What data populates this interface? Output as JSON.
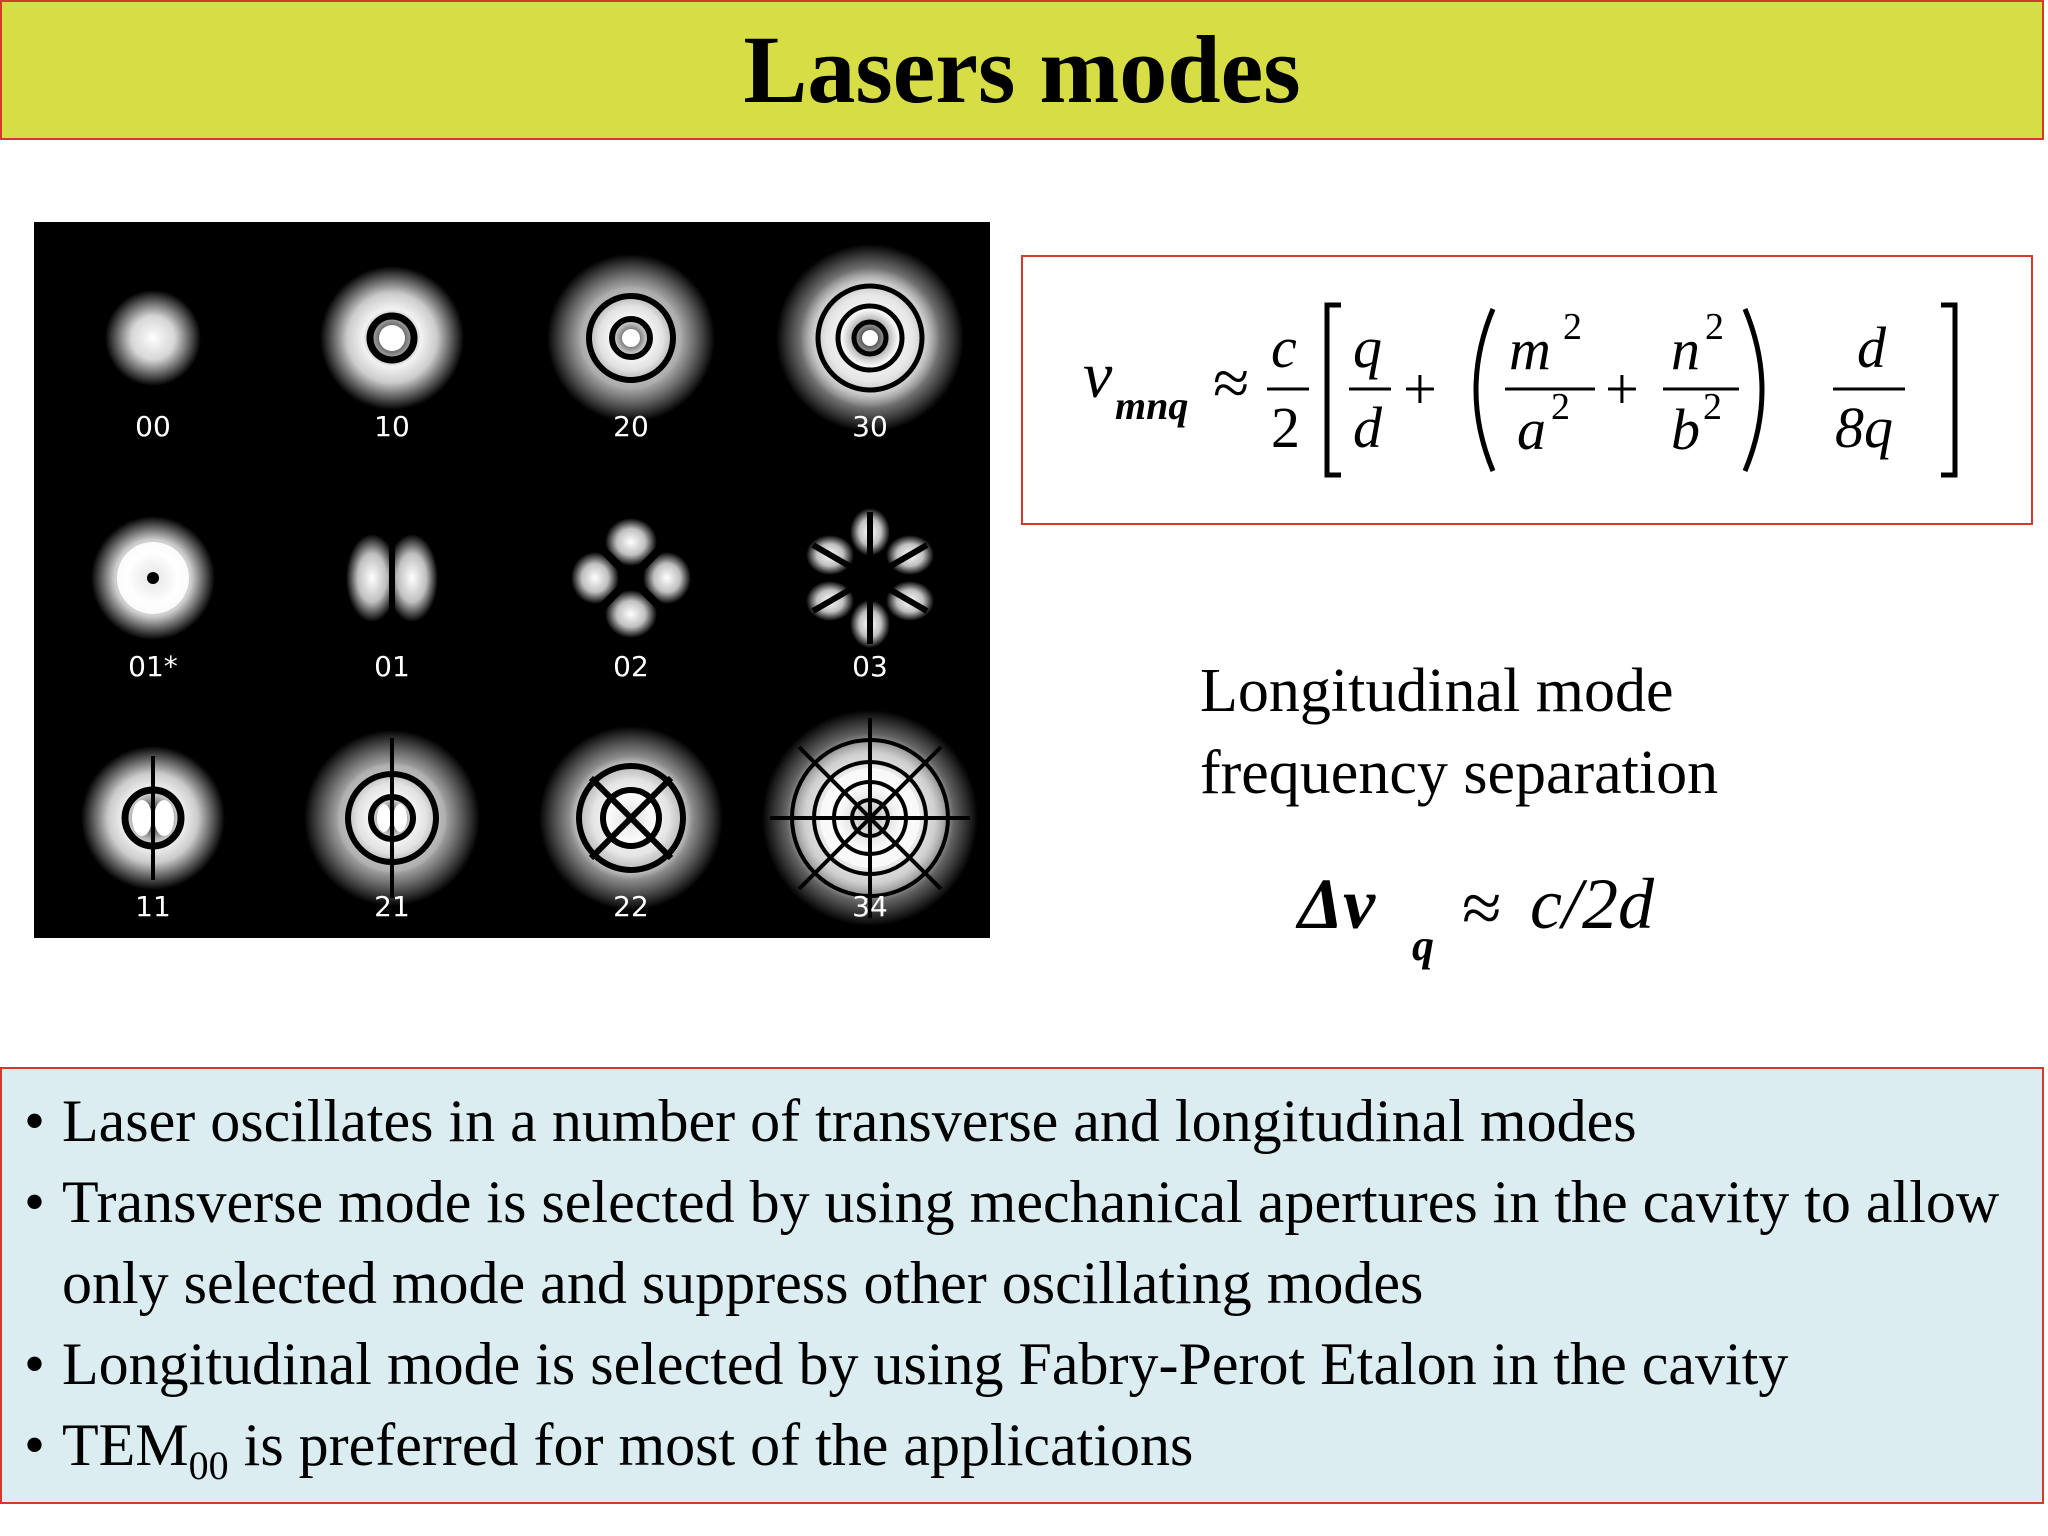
{
  "title": "Lasers modes",
  "modes": [
    {
      "label": "00"
    },
    {
      "label": "10"
    },
    {
      "label": "20"
    },
    {
      "label": "30"
    },
    {
      "label": "01*"
    },
    {
      "label": "01"
    },
    {
      "label": "02"
    },
    {
      "label": "03"
    },
    {
      "label": "11"
    },
    {
      "label": "21"
    },
    {
      "label": "22"
    },
    {
      "label": "34"
    }
  ],
  "formula": {
    "nu": "ν",
    "nu_sub": "mnq",
    "approx": "≈",
    "c": "c",
    "two": "2",
    "q": "q",
    "d": "d",
    "plus": "+",
    "m2": "m",
    "a2": "a",
    "n2": "n",
    "b2": "b",
    "sup2": "2",
    "d2": "d",
    "eightq": "8q"
  },
  "longitudinal": {
    "caption_line1": "Longitudinal mode",
    "caption_line2": "frequency separation",
    "delta": "Δν",
    "delta_sub": "q",
    "approx": "≈",
    "rhs": "c/2d"
  },
  "bullets": [
    {
      "dot": "•",
      "text": "Laser oscillates in a number of transverse and longitudinal modes"
    },
    {
      "dot": "•",
      "text": "Transverse mode is selected by using mechanical apertures in the cavity to allow only selected mode and suppress other oscillating modes"
    },
    {
      "dot": "•",
      "text": "Longitudinal mode is selected by using Fabry-Perot Etalon in the cavity"
    },
    {
      "dot": "•",
      "text_main": "TEM",
      "text_sub": "00",
      "text_rest": " is preferred for most of the applications"
    }
  ],
  "colors": {
    "title_bg": "#d7dd45",
    "border": "#d43a2a",
    "bullet_bg": "#dcedf2",
    "panel_bg": "#000000"
  }
}
